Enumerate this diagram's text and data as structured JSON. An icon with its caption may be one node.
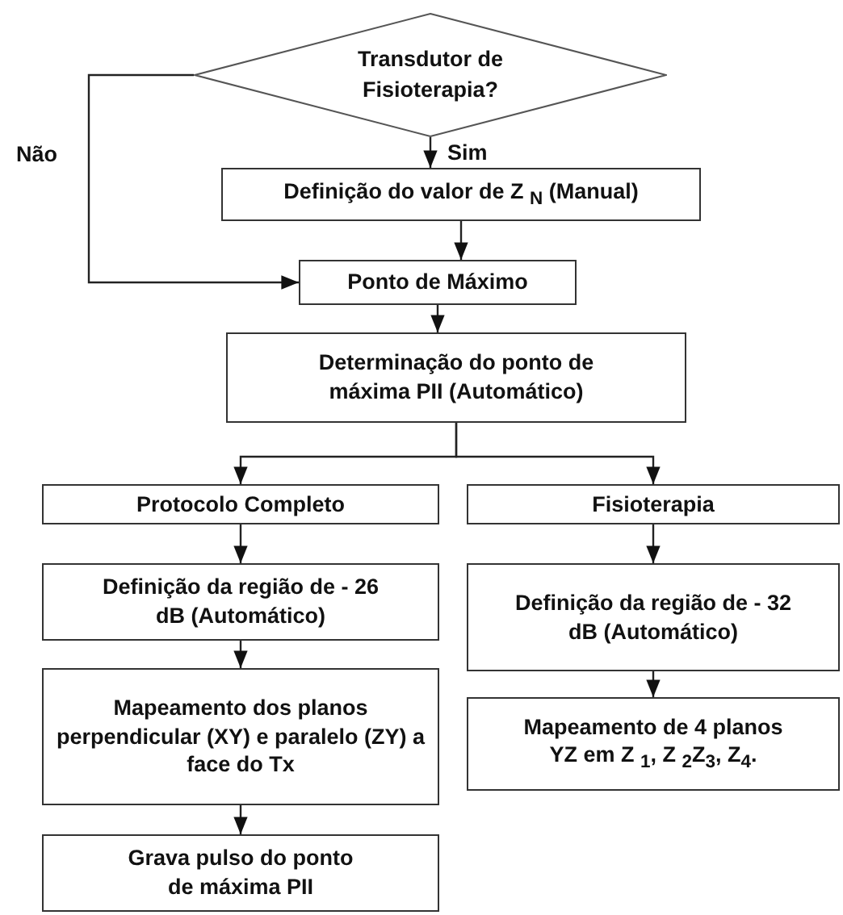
{
  "diagram": {
    "nodes": [
      {
        "text": [
          "Transdutor de Fisioterapia?"
        ]
      },
      {
        "text": [
          "Definição do valor de Z $_{N}$ (Manual)"
        ]
      },
      {
        "text": [
          "Ponto de Máximo"
        ]
      },
      {
        "text": [
          "Determinação do ponto de máxima PII (Automático)"
        ]
      },
      {
        "text": [
          "Protocolo Completo"
        ]
      },
      {
        "text": [
          "Fisioterapia"
        ]
      },
      {
        "text": [
          "Definição da região de - 26 dB (Automático)"
        ]
      },
      {
        "text": [
          "Definição da região de - 32 dB (Automático)"
        ]
      },
      {
        "text": [
          "Mapeamento dos planos perpendicular (XY) e paralelo (ZY) a face do Tx"
        ]
      },
      {
        "text": [
          "Mapeamento de 4 planos YZ em Z $_{1}$, Z $_{2}$Z$_{3}$, Z$_{4}$."
        ]
      },
      {
        "text": [
          "Grava pulso do ponto de máxima PII"
        ]
      }
    ],
    "edges": [
      {
        "from": 0,
        "to": 1,
        "arrow": "to",
        "label": "Sim"
      },
      {
        "from": 0,
        "to": 2,
        "arrow": "to",
        "label": "Não"
      },
      {
        "from": 1,
        "to": 2,
        "arrow": "to"
      },
      {
        "from": 2,
        "to": 3,
        "arrow": "to"
      },
      {
        "from": 3,
        "to": 4,
        "arrow": "to"
      },
      {
        "from": 3,
        "to": 5,
        "arrow": "to"
      },
      {
        "from": 4,
        "to": 6,
        "arrow": "to"
      },
      {
        "from": 5,
        "to": 7,
        "arrow": "to"
      },
      {
        "from": 6,
        "to": 8,
        "arrow": "to"
      },
      {
        "from": 7,
        "to": 9,
        "arrow": "to"
      },
      {
        "from": 8,
        "to": 10,
        "arrow": "to"
      }
    ]
  }
}
